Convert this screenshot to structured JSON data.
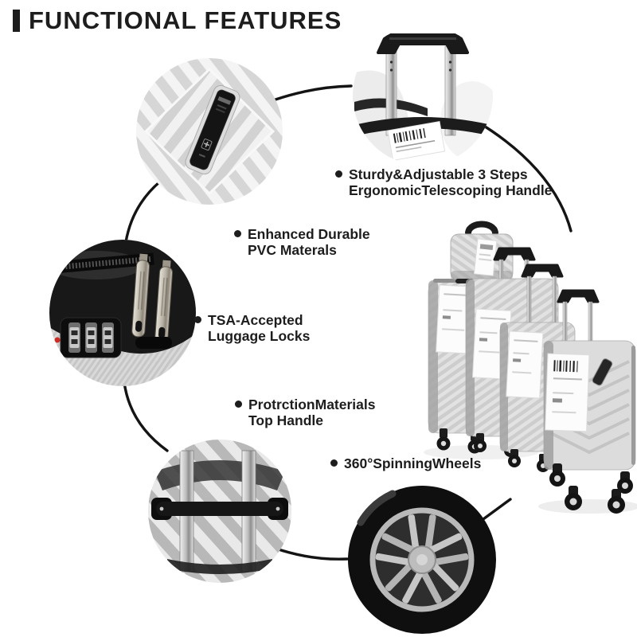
{
  "title": {
    "text": "FUNCTIONAL FEATURES"
  },
  "features": [
    {
      "line1": "Sturdy&Adjustable 3 Steps",
      "line2": "ErgonomicTelescoping Handle"
    },
    {
      "line1": "Enhanced Durable",
      "line2": "PVC Materals"
    },
    {
      "line1": "TSA-Accepted",
      "line2": "Luggage Locks"
    },
    {
      "line1": "ProtrctionMaterials",
      "line2": "Top Handle"
    },
    {
      "line1": "360°SpinningWheels",
      "line2": ""
    }
  ],
  "photos": {
    "shell_lock_panel": "chevron-shell-lock-panel-photo",
    "telescoping_handle": "telescoping-handle-photo",
    "tsa_lock": "tsa-combination-lock-photo",
    "top_handle": "top-carry-handle-photo",
    "spinner_wheel": "spinner-wheel-photo",
    "luggage_set": "four-piece-silver-luggage-set-photo"
  },
  "colors": {
    "text": "#1d1d1d",
    "connector_line": "#141414",
    "silver_shell": "#d9d9d9",
    "lock_red_dot": "#cf2b24",
    "background": "#ffffff"
  }
}
